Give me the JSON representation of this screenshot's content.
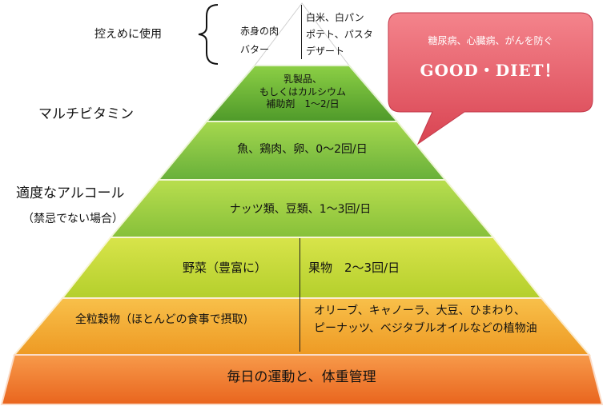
{
  "colors": {
    "green_dark": "#4f9a2a",
    "green": "#76b83a",
    "yellow_green": "#c6d62c",
    "yellow": "#e8d632",
    "orange": "#f2a630",
    "orange_dark": "#ef7a2c",
    "bubble": "#e45a66"
  },
  "top_level": {
    "meat_butter": "赤身の肉\nバター",
    "carbs": "白米、白パン\nポテト、パスタ\nデザート"
  },
  "levels": {
    "dairy": "乳製品、\nもしくはカルシウム\n補助剤　1〜2/日",
    "protein": "魚、鶏肉、卵、0〜2回/日",
    "nuts": "ナッツ類、豆類、1〜3回/日",
    "vegetables": "野菜（豊富に）",
    "fruit": "果物　2〜3回/日",
    "grains": "全粒穀物（ほとんどの食事で摂取)",
    "oils": "オリーブ、キャノーラ、大豆、ひまわり、\nピーナッツ、ベジタブルオイルなどの植物油",
    "exercise": "毎日の運動と、体重管理"
  },
  "side_labels": {
    "moderate_use": "控えめに使用",
    "multivitamin": "マルチビタミン",
    "alcohol": "適度なアルコール",
    "alcohol_note": "（禁忌でない場合）"
  },
  "bubble": {
    "subtitle": "糖尿病、心臓病、がんを防ぐ",
    "title": "GOOD・DIET！"
  }
}
